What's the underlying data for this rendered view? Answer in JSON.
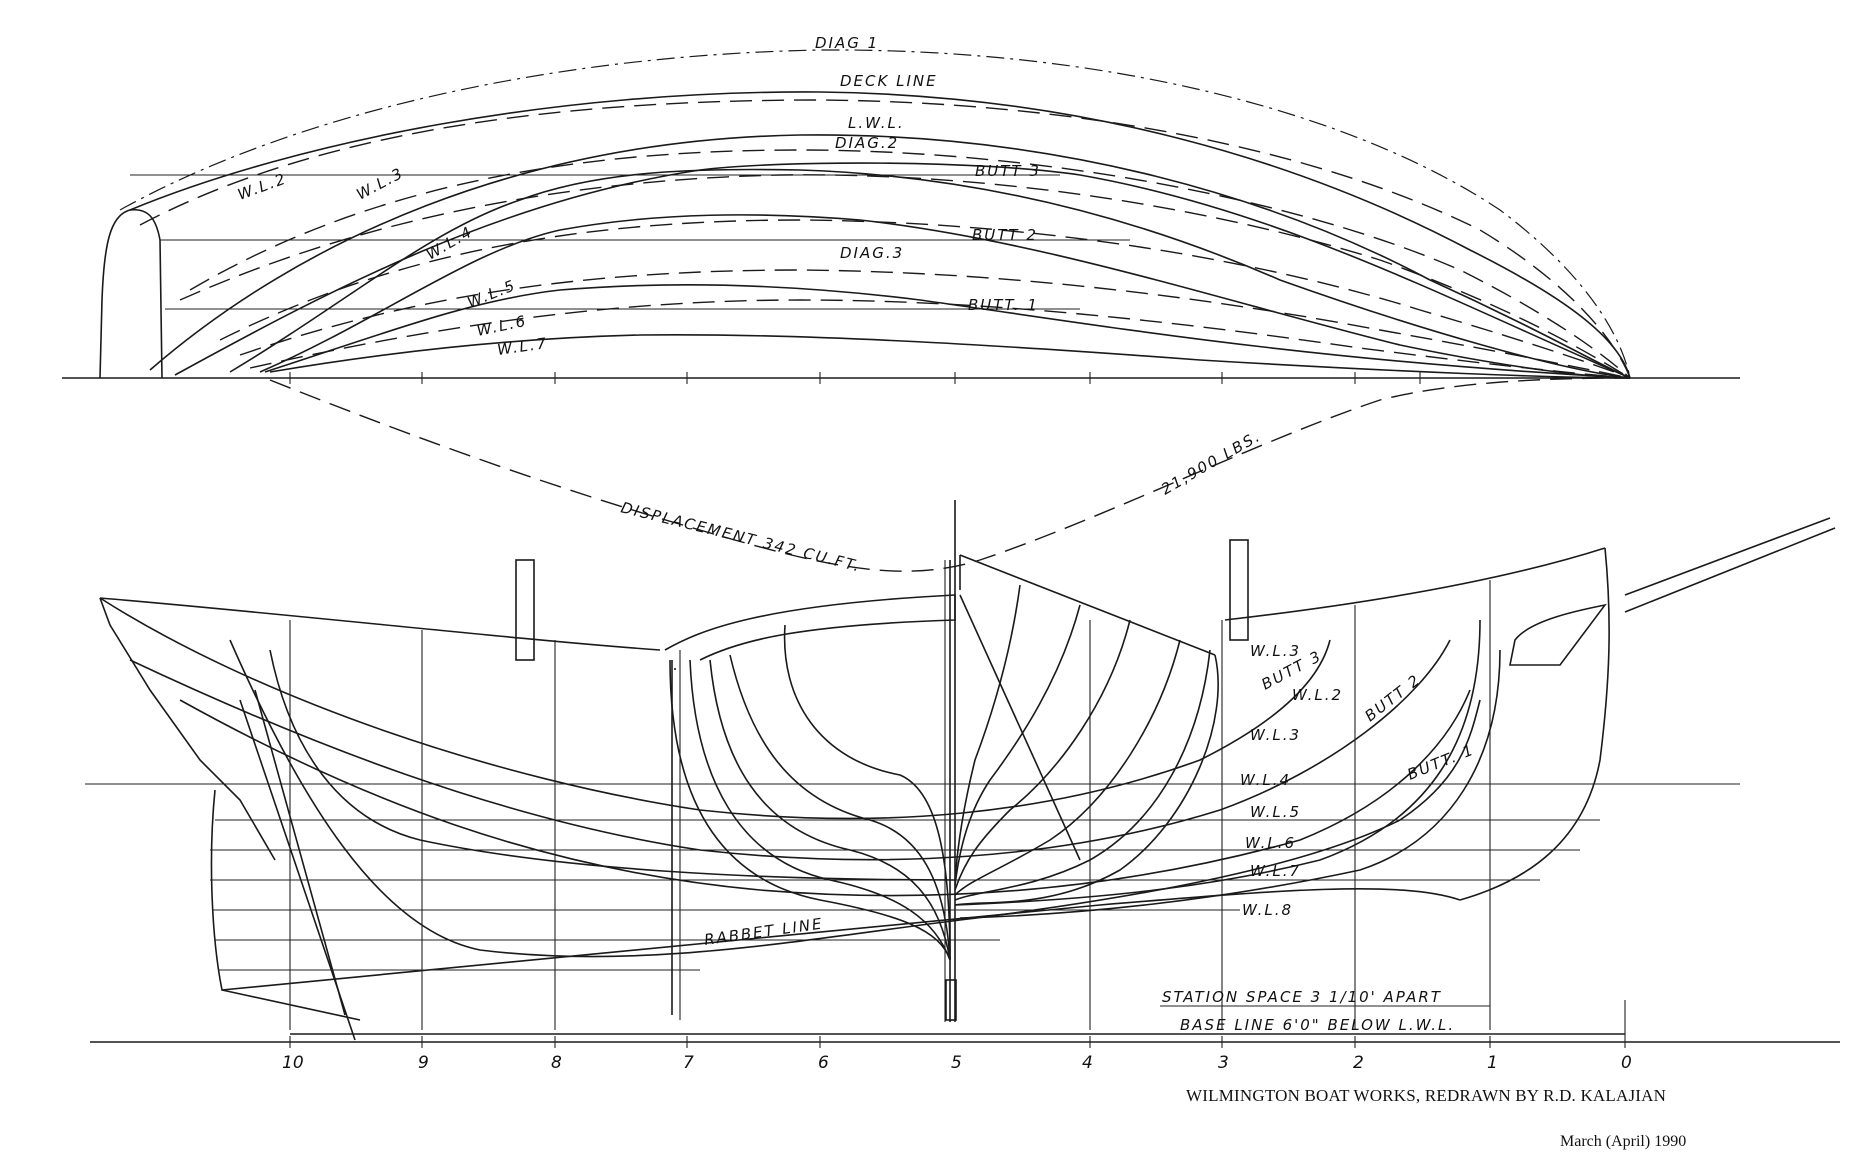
{
  "drawing": {
    "plan_labels": {
      "diag1": "DIAG 1",
      "deck_line": "DECK LINE",
      "lwl": "L.W.L.",
      "diag2": "DIAG.2",
      "butt3": "BUTT 3",
      "butt2": "BUTT 2",
      "diag3": "DIAG.3",
      "butt1": "BUTT. 1",
      "wl3": "W.L.3",
      "wl2": "W.L.2",
      "wl4": "W.L.4",
      "wl5": "W.L.5",
      "wl6": "W.L.6",
      "wl7": "W.L.7"
    },
    "displacement": {
      "volume": "DISPLACEMENT 342 CU.FT.",
      "weight": "21,900 LBS."
    },
    "profile_labels": {
      "wl3": "W.L.3",
      "butt3": "BUTT 3",
      "wl2": "W.L.2",
      "butt2": "BUTT 2",
      "wl_3b": "W.L.3",
      "wl4": "W.L.4",
      "butt1": "BUTT. 1",
      "wl5": "W.L.5",
      "wl6": "W.L.6",
      "wl7": "W.L.7",
      "wl8": "W.L.8",
      "rabbet": "RABBET LINE"
    },
    "notes": {
      "station_space": "STATION SPACE 3 1/10' APART",
      "base_line": "BASE LINE 6'0\" BELOW L.W.L."
    },
    "stations": [
      "10",
      "9",
      "8",
      "7",
      "6",
      "5",
      "4",
      "3",
      "2",
      "1",
      "0"
    ]
  },
  "credit": "WILMINGTON BOAT WORKS, REDRAWN BY R.D. KALAJIAN",
  "credit_line2": "March (April) 1990"
}
